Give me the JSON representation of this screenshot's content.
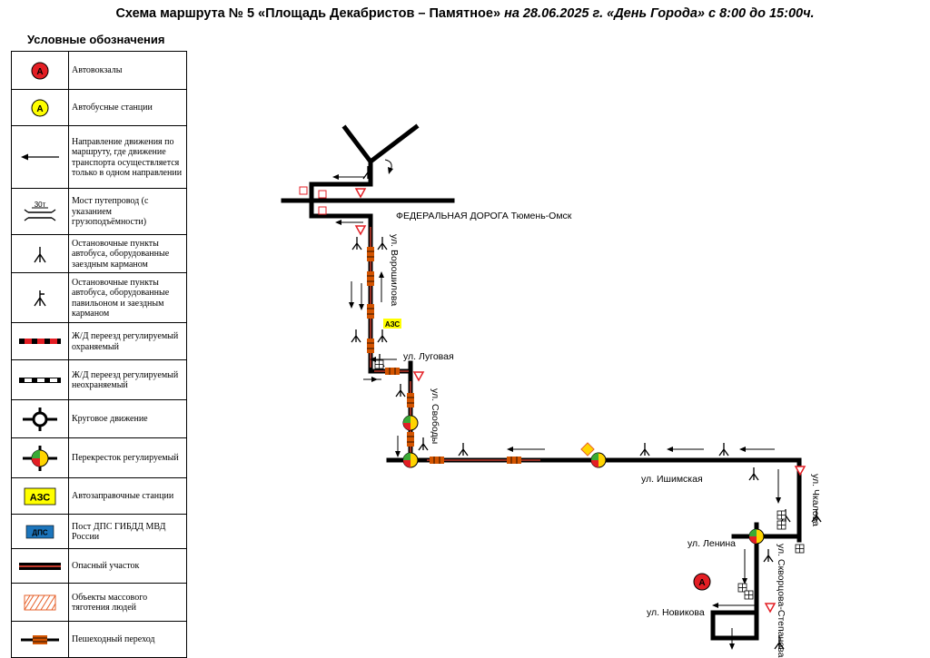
{
  "header": {
    "title_main": "Схема маршрута № 5 «Площадь Декабристов – Памятное»",
    "title_italic": "на 28.06.2025 г. «День Города» с 8:00 до 15:00ч."
  },
  "legend": {
    "title": "Условные обозначения",
    "items": [
      {
        "icon": "bus-terminal-icon",
        "label": "Автовокзалы",
        "letter": "А"
      },
      {
        "icon": "bus-station-icon",
        "label": "Автобусные станции",
        "letter": "А"
      },
      {
        "icon": "one-way-arrow-icon",
        "label": "Направление движения по маршруту, где движение транспорта осуществляется только в одном направлении"
      },
      {
        "icon": "bridge-icon",
        "label": "Мост путепровод (с указанием грузоподъёмности)",
        "sign": "30т"
      },
      {
        "icon": "bus-stop-pocket-icon",
        "label": "Остановочные пункты автобуса, оборудованные заездным карманом"
      },
      {
        "icon": "bus-stop-pavilion-icon",
        "label": "Остановочные пункты автобуса, оборудованные павильоном и заездным карманом"
      },
      {
        "icon": "guarded-railway-crossing-icon",
        "label": "Ж/Д переезд регулируемый охраняемый"
      },
      {
        "icon": "unguarded-railway-crossing-icon",
        "label": "Ж/Д переезд регулируемый неохраняемый"
      },
      {
        "icon": "roundabout-icon",
        "label": "Круговое движение"
      },
      {
        "icon": "traffic-light-icon",
        "label": "Перекресток регулируемый"
      },
      {
        "icon": "gas-station-icon",
        "label": "Автозаправочные станции",
        "badge": "АЗС"
      },
      {
        "icon": "police-post-icon",
        "label": "Пост ДПС ГИБДД МВД России",
        "badge": "ДПС"
      },
      {
        "icon": "dangerous-section-icon",
        "label": "Опасный участок"
      },
      {
        "icon": "crowd-area-icon",
        "label": "Объекты массового тяготения людей"
      },
      {
        "icon": "pedestrian-crossing-icon",
        "label": "Пешеходный переход"
      }
    ]
  },
  "map": {
    "streets": {
      "federal_road": "ФЕДЕРАЛЬНАЯ ДОРОГА Тюмень-Омск",
      "voroshilova": "ул. Ворошилова",
      "lugovaya": "ул. Луговая",
      "svobody": "ул. Свободы",
      "ishimskaya": "ул. Ишимская",
      "chkalova": "ул. Чкалова",
      "lenina": "ул. Ленина",
      "skvortsova": "ул. Скворцова-Степанова",
      "novikova": "ул. Новикова"
    },
    "gas_station_badge": "АЗС",
    "terminal_letter": "А",
    "colors": {
      "road": "#000000",
      "danger": "#c0392b",
      "crossing": "#d35400",
      "station_yellow": "#ffff00",
      "terminal_red": "#e31e24",
      "gas_badge": "#ffff00",
      "police_badge": "#1c75bc"
    }
  }
}
